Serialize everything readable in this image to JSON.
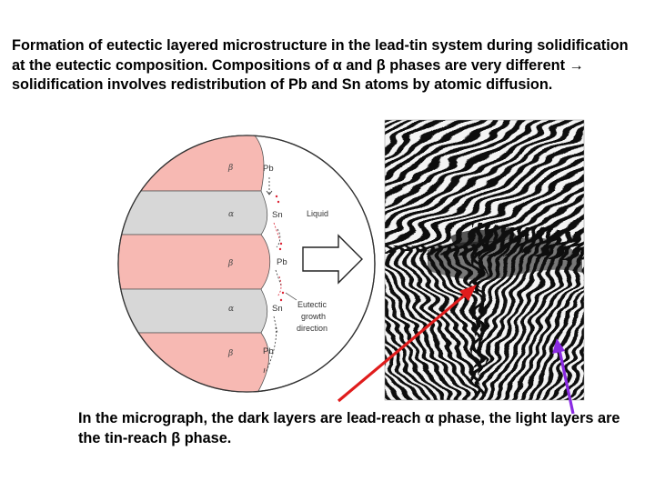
{
  "caption_top": "Formation of eutectic layered microstructure in the lead-tin system during solidification at the eutectic composition. Compositions of α and β phases are very different → solidification involves redistribution of Pb and Sn atoms by atomic diffusion.",
  "caption_bottom": "In the micrograph, the dark layers are lead-reach α phase, the light layers are the tin-reach β phase.",
  "diagram": {
    "layers": [
      {
        "phase": "β",
        "element": "Pb"
      },
      {
        "phase": "α",
        "element": "Sn"
      },
      {
        "phase": "β",
        "element": "Pb"
      },
      {
        "phase": "α",
        "element": "Sn"
      },
      {
        "phase": "β",
        "element": "Pb"
      }
    ],
    "liquid_label": "Liquid",
    "growth_label_line1": "Eutectic",
    "growth_label_line2": "growth",
    "growth_label_line3": "direction"
  },
  "colors": {
    "beta_layer": "#f7b9b3",
    "alpha_layer": "#d7d7d7",
    "arrow_red": "#e01c1c",
    "arrow_purple": "#8a2be2"
  }
}
